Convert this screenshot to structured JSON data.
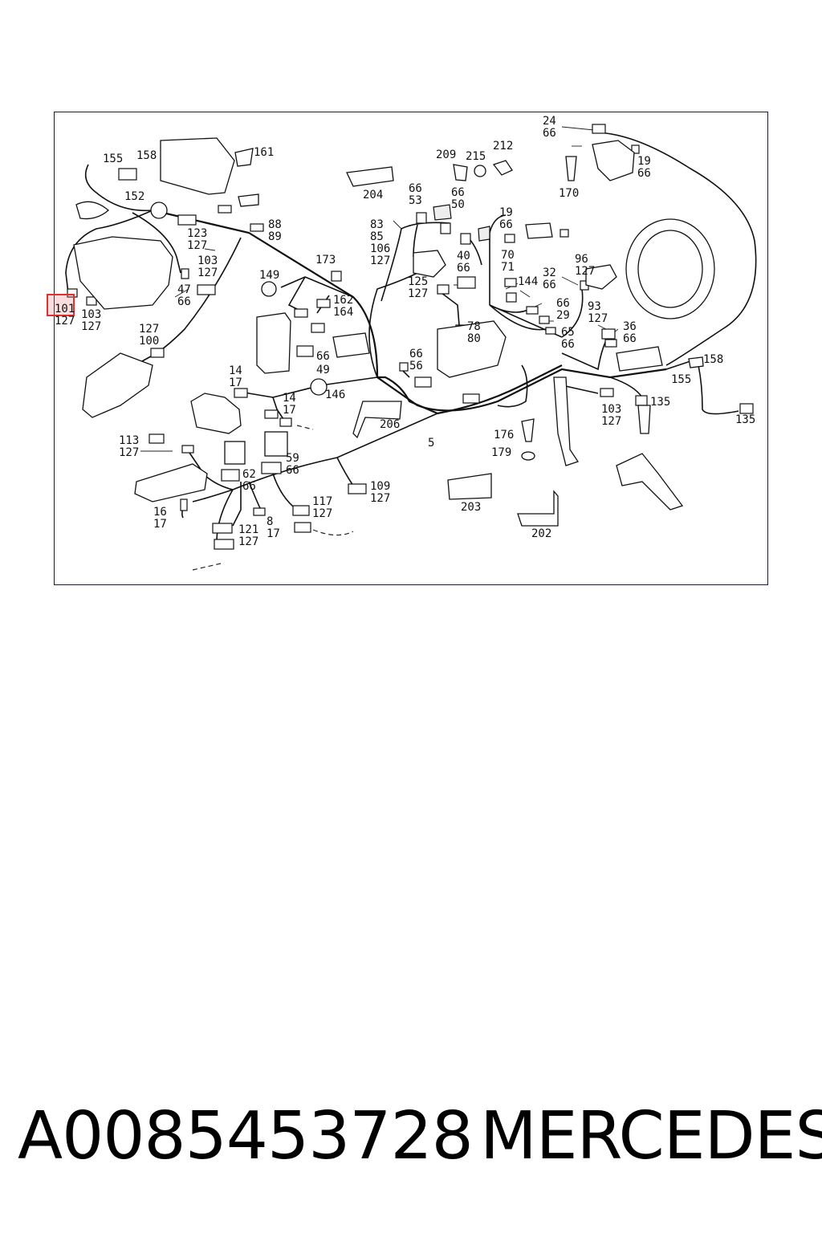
{
  "callouts": [
    {
      "id": "c-24-66",
      "text": "24\n66"
    },
    {
      "id": "c-19-66a",
      "text": "19\n66"
    },
    {
      "id": "c-170",
      "text": "170"
    },
    {
      "id": "c-155a",
      "text": "155"
    },
    {
      "id": "c-158a",
      "text": "158"
    },
    {
      "id": "c-161",
      "text": "161"
    },
    {
      "id": "c-152",
      "text": "152"
    },
    {
      "id": "c-209",
      "text": "209"
    },
    {
      "id": "c-215",
      "text": "215"
    },
    {
      "id": "c-212",
      "text": "212"
    },
    {
      "id": "c-204",
      "text": "204"
    },
    {
      "id": "c-66-53",
      "text": "66\n53"
    },
    {
      "id": "c-66-50",
      "text": "66\n50"
    },
    {
      "id": "c-19-66b",
      "text": "19\n66"
    },
    {
      "id": "c-123-127",
      "text": "123\n127"
    },
    {
      "id": "c-88-89",
      "text": "88\n89"
    },
    {
      "id": "c-83",
      "text": "83\n85\n106\n127"
    },
    {
      "id": "c-103-127a",
      "text": "103\n127"
    },
    {
      "id": "c-173",
      "text": "173"
    },
    {
      "id": "c-40-66",
      "text": "40\n66"
    },
    {
      "id": "c-70-71",
      "text": "70\n71"
    },
    {
      "id": "c-96-127",
      "text": "96\n127"
    },
    {
      "id": "c-47-66",
      "text": "47\n66"
    },
    {
      "id": "c-125-127",
      "text": "125\n127"
    },
    {
      "id": "c-144",
      "text": "144"
    },
    {
      "id": "c-32-66",
      "text": "32\n66"
    },
    {
      "id": "c-101-127",
      "text": "101\n127"
    },
    {
      "id": "c-103-127b",
      "text": "103\n127"
    },
    {
      "id": "c-149",
      "text": "149"
    },
    {
      "id": "c-162-164",
      "text": "162\n164"
    },
    {
      "id": "c-66-29",
      "text": "66\n29"
    },
    {
      "id": "c-93-127",
      "text": "93\n127"
    },
    {
      "id": "c-127-100",
      "text": "127\n100"
    },
    {
      "id": "c-78-80",
      "text": "78\n80"
    },
    {
      "id": "c-65-66",
      "text": "65\n66"
    },
    {
      "id": "c-36-66",
      "text": "36\n66"
    },
    {
      "id": "c-66a",
      "text": "66"
    },
    {
      "id": "c-66-56",
      "text": "66\n56"
    },
    {
      "id": "c-49",
      "text": "49"
    },
    {
      "id": "c-158b",
      "text": "158"
    },
    {
      "id": "c-155b",
      "text": "155"
    },
    {
      "id": "c-14-17a",
      "text": "14\n17"
    },
    {
      "id": "c-146",
      "text": "146"
    },
    {
      "id": "c-14-17b",
      "text": "14\n17"
    },
    {
      "id": "c-135a",
      "text": "135"
    },
    {
      "id": "c-103-127c",
      "text": "103\n127"
    },
    {
      "id": "c-135b",
      "text": "135"
    },
    {
      "id": "c-206",
      "text": "206"
    },
    {
      "id": "c-176",
      "text": "176"
    },
    {
      "id": "c-5",
      "text": "5"
    },
    {
      "id": "c-113-127",
      "text": "113\n127"
    },
    {
      "id": "c-179",
      "text": "179"
    },
    {
      "id": "c-59-66",
      "text": "59\n66"
    },
    {
      "id": "c-62-66",
      "text": "62\n66"
    },
    {
      "id": "c-109-127",
      "text": "109\n127"
    },
    {
      "id": "c-203",
      "text": "203"
    },
    {
      "id": "c-117-127",
      "text": "117\n127"
    },
    {
      "id": "c-16-17",
      "text": "16\n17"
    },
    {
      "id": "c-8-17",
      "text": "8\n17"
    },
    {
      "id": "c-121-127",
      "text": "121\n127"
    },
    {
      "id": "c-202",
      "text": "202"
    }
  ],
  "footer": {
    "part_number": "A0085453728",
    "brand": "MERCEDES"
  },
  "highlight_color": "#e03030"
}
